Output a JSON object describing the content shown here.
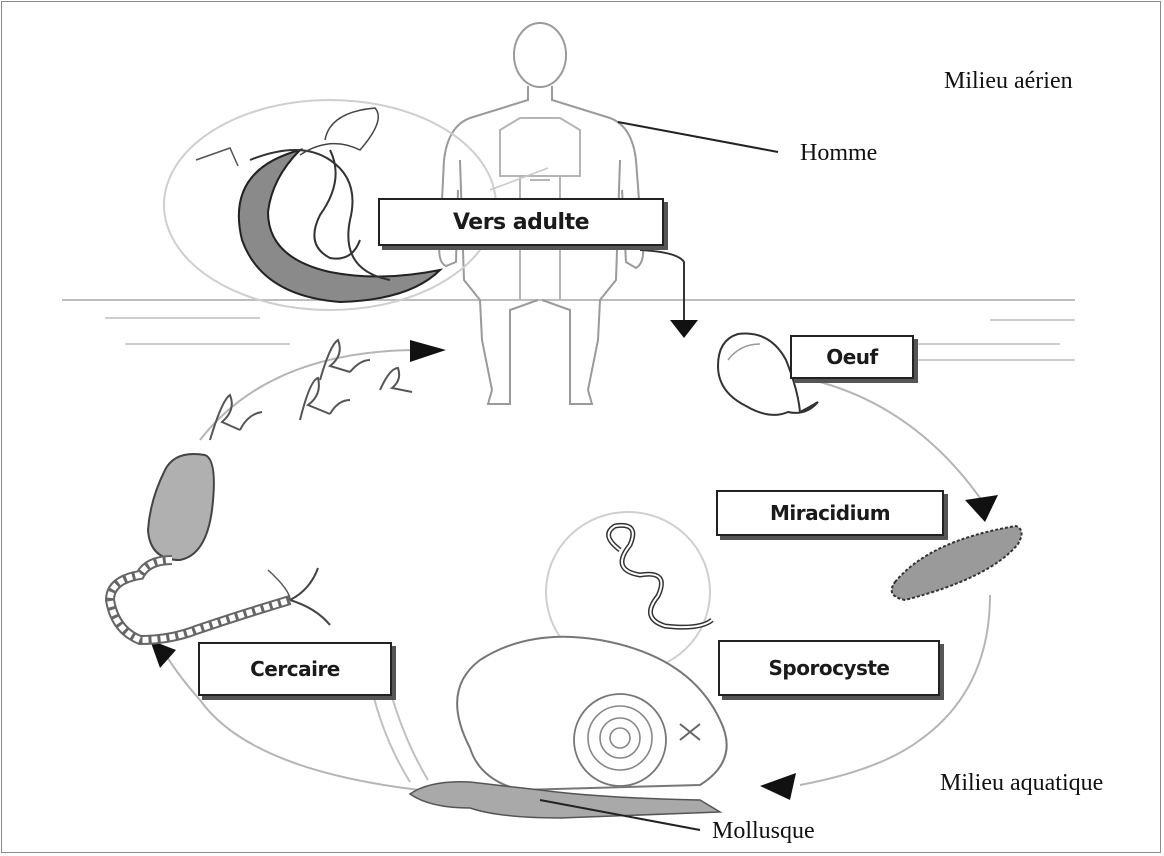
{
  "environments": {
    "air": "Milieu aérien",
    "water": "Milieu aquatique"
  },
  "hosts": {
    "human": "Homme",
    "snail": "Mollusque"
  },
  "stages": {
    "adult_worm": "Vers adulte",
    "egg": "Oeuf",
    "miracidium": "Miracidium",
    "sporocyst": "Sporocyste",
    "cercaria": "Cercaire"
  }
}
